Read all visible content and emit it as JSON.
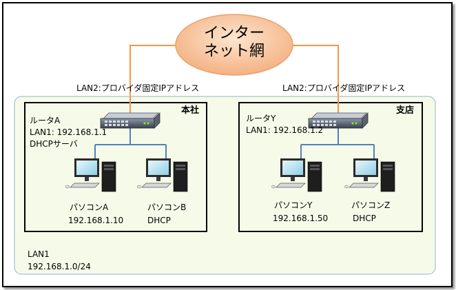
{
  "internet": {
    "line1": "インター",
    "line2": "ネット網"
  },
  "wan_label_left": "LAN2:プロバイダ固定IPアドレス",
  "wan_label_right": "LAN2:プロバイダ固定IPアドレス",
  "lan": {
    "name": "LAN1",
    "subnet": "192.168.1.0/24"
  },
  "headquarters": {
    "title": "本社",
    "router": {
      "name": "ルータA",
      "lan": "LAN1: 192.168.1.1",
      "role": "DHCPサーバ"
    },
    "pcs": [
      {
        "name": "パソコンA",
        "ip": "192.168.1.10"
      },
      {
        "name": "パソコンB",
        "ip": "DHCP"
      }
    ]
  },
  "branch": {
    "title": "支店",
    "router": {
      "name": "ルータY",
      "lan": "LAN1: 192.168.1.2"
    },
    "pcs": [
      {
        "name": "パソコンY",
        "ip": "192.168.1.50"
      },
      {
        "name": "パソコンZ",
        "ip": "DHCP"
      }
    ]
  },
  "colors": {
    "wan_line": "#F79646",
    "lan_line": "#4F81BD",
    "lan_area_fill": "#F6FBE9",
    "lan_area_border": "#8FB6C9"
  }
}
